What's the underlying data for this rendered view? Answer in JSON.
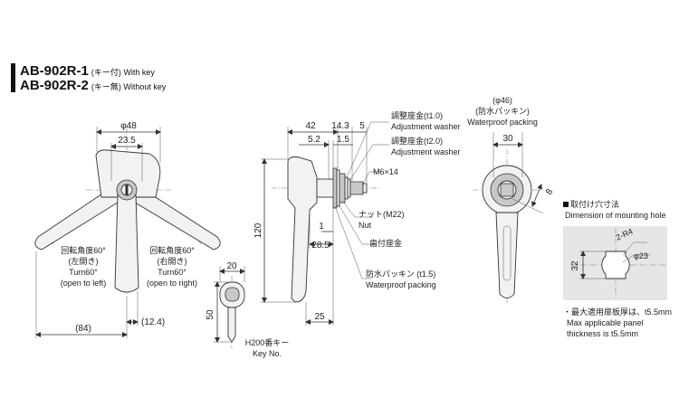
{
  "header": {
    "model1_code": "AB-902R-1",
    "model1_desc": "(キー付) With key",
    "model2_code": "AB-902R-2",
    "model2_desc": "(キー無) Without key"
  },
  "front_view": {
    "dim_outer": "φ48",
    "dim_inner": "23.5",
    "dim_bottom_left": "(84)",
    "dim_bottom_right": "(12.4)",
    "left_turn_jp": "回転角度60°",
    "left_turn_jp2": "(左開き)",
    "left_turn_en": "Turn60°",
    "left_turn_en2": "(open to left)",
    "right_turn_jp": "回転角度60°",
    "right_turn_jp2": "(右開き)",
    "right_turn_en": "Turn60°",
    "right_turn_en2": "(open to right)"
  },
  "key_view": {
    "dim_width": "20",
    "dim_height": "50",
    "label_jp": "H200番キー",
    "label_en": "Key No."
  },
  "side_view": {
    "dim_42": "42",
    "dim_14_3": "14.3",
    "dim_5": "5",
    "dim_5_2": "5.2",
    "dim_1_5": "1.5",
    "dim_120": "120",
    "dim_1": "1",
    "dim_28_5": "28.5",
    "dim_25": "25",
    "washer1_jp": "調整座金(t1.0)",
    "washer1_en": "Adjustment washer",
    "washer2_jp": "調整座金(t2.0)",
    "washer2_en": "Adjustment washer",
    "thread": "M6×14",
    "nut_jp": "ナット(M22)",
    "nut_en": "Nut",
    "toothed_washer": "歯付座金",
    "gasket_jp": "防水パッキン (t1.5)",
    "gasket_en": "Waterproof packing"
  },
  "rear_view": {
    "dim_46": "(φ46)",
    "gasket_jp": "(防水パッキン)",
    "gasket_en": "Waterproof packing",
    "dim_30": "30",
    "dim_8": "8"
  },
  "mounting": {
    "title_jp": "取付け穴寸法",
    "title_en": "Dimension of mounting hole",
    "dim_r4": "2-R4",
    "dim_23": "φ23",
    "dim_32": "32",
    "note_jp": "・最大適用扉板厚は、t5.5mm",
    "note_en1": "Max applicable panel",
    "note_en2": "thickness is t5.5mm"
  },
  "colors": {
    "line": "#333333",
    "panel": "#e6e6e6",
    "title_bar": "#111111"
  }
}
